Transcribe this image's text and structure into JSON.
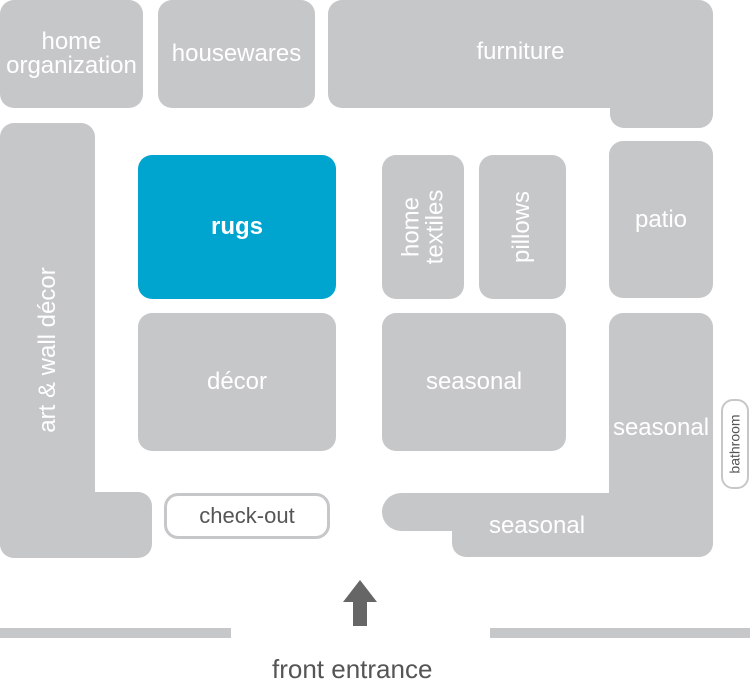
{
  "departments": {
    "home_organization": "home\norganization",
    "housewares": "housewares",
    "furniture": "furniture",
    "art_wall_decor": "art & wall décor",
    "rugs": "rugs",
    "home_textiles": "home\ntextiles",
    "pillows": "pillows",
    "patio": "patio",
    "decor": "décor",
    "seasonal_center": "seasonal",
    "seasonal_right": "seasonal",
    "seasonal_bottom": "seasonal"
  },
  "facilities": {
    "checkout": "check-out",
    "bathroom": "bathroom"
  },
  "entrance": {
    "label": "front entrance",
    "arrow_icon": "up-arrow-icon"
  },
  "colors": {
    "block": "#c6c7c9",
    "highlight": "#00a5cf",
    "text_dark": "#555555",
    "arrow": "#666666"
  },
  "highlighted_department": "rugs"
}
